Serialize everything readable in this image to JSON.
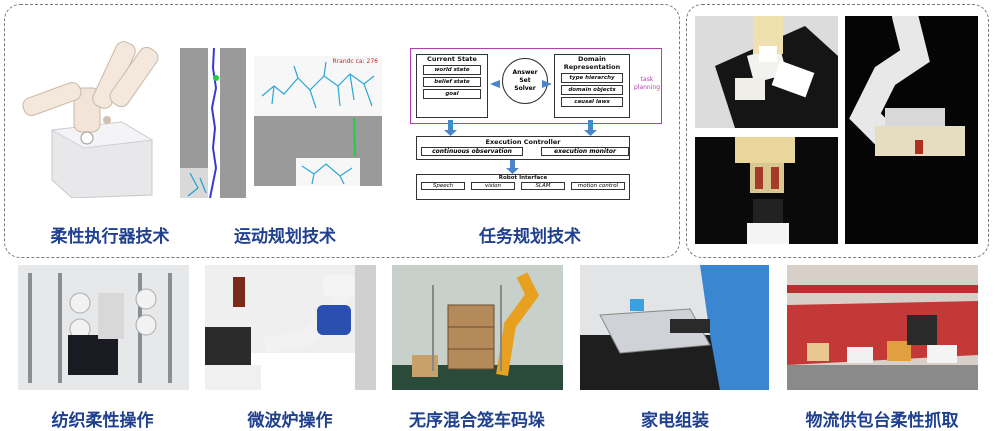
{
  "captions": {
    "soft_actuator": "柔性执行器技术",
    "motion_planning": "运动规划技术",
    "task_planning": "任务规划技术",
    "textile": "纺织柔性操作",
    "microwave": "微波炉操作",
    "cage_stacking": "无序混合笼车码垛",
    "appliance": "家电组装",
    "logistics": "物流供包台柔性抓取"
  },
  "motion_plot": {
    "annotation": "Rrandc ca: 276"
  },
  "task_diagram": {
    "current_state": {
      "title": "Current State",
      "items": [
        "world state",
        "belief state",
        "goal"
      ]
    },
    "solver": "Answer Set Solver",
    "domain": {
      "title": "Domain Representation",
      "items": [
        "type hierarchy",
        "domain objects",
        "causal laws"
      ]
    },
    "side_label": "task planning",
    "execution": {
      "title": "Execution Controller",
      "left": "continuous observation",
      "right": "execution monitor"
    },
    "robot": {
      "title": "Robot Interface",
      "items": [
        "Speech",
        "vision",
        "SLAM",
        "motion control"
      ]
    }
  },
  "colors": {
    "caption": "#1f3f8f",
    "diagram_border": "#b040b0",
    "arrow": "#4a86c8",
    "dashed_border": "#7a7a7a"
  }
}
